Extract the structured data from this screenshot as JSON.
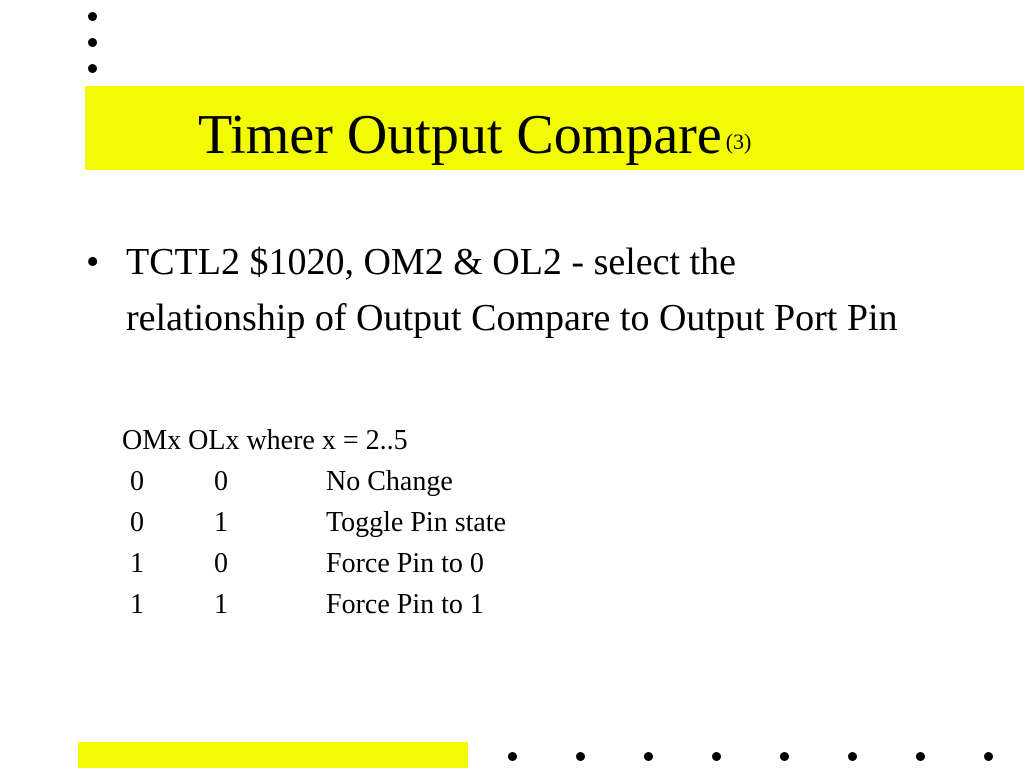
{
  "slide": {
    "title": "Timer Output Compare",
    "title_superscript": "(3)",
    "bullet_symbol": "•",
    "bullet_text": "TCTL2 $1020, OM2 & OL2 - select the relationship of Output Compare to Output Port Pin",
    "table_header": "OMx OLx where x = 2..5",
    "table_rows": [
      {
        "om": "0",
        "ol": "0",
        "action": "No Change"
      },
      {
        "om": "0",
        "ol": "1",
        "action": "Toggle Pin state"
      },
      {
        "om": "1",
        "ol": "0",
        "action": "Force Pin to 0"
      },
      {
        "om": "1",
        "ol": "1",
        "action": "Force Pin to 1"
      }
    ]
  },
  "colors": {
    "accent_yellow": "#f2fb02",
    "text": "#000000",
    "background": "#ffffff"
  }
}
